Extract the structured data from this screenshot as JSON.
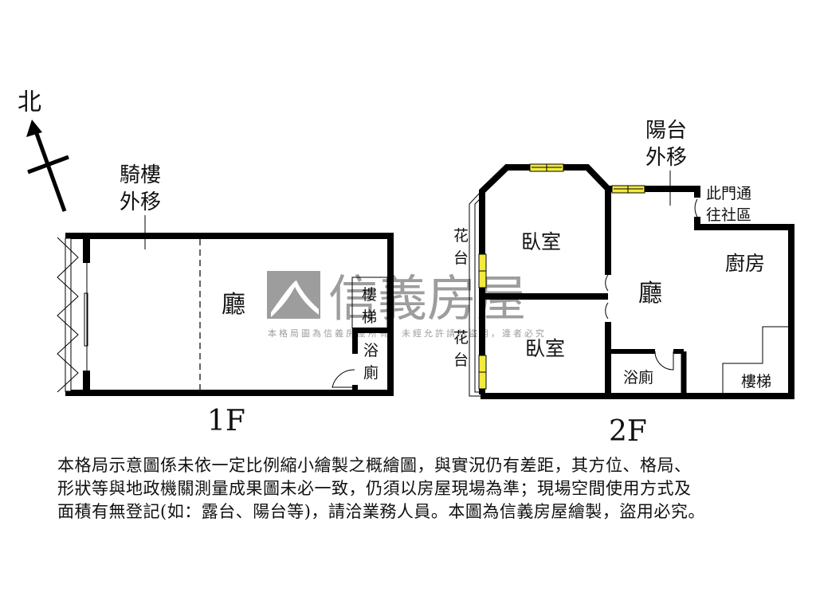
{
  "compass": {
    "label": "北"
  },
  "floor1": {
    "title": "1F",
    "arcade_note": [
      "騎樓",
      "外移"
    ],
    "living_room": "廳",
    "stairs": [
      "樓",
      "梯"
    ],
    "bathroom": [
      "浴",
      "廁"
    ]
  },
  "floor2": {
    "title": "2F",
    "balcony_note": [
      "陽台",
      "外移"
    ],
    "door_note": [
      "此門通",
      "往社區"
    ],
    "bedroom_top": "臥室",
    "bedroom_bottom": "臥室",
    "living_room": "廳",
    "kitchen": "廚房",
    "bathroom": "浴廁",
    "stairs": "樓梯",
    "planter_top": [
      "花",
      "台"
    ],
    "planter_bottom": [
      "花",
      "台"
    ]
  },
  "watermark": {
    "brand": "信義房屋",
    "subtitle": "本格局圖為信義房屋所有，未經允許請勿盜用，違者必究"
  },
  "disclaimer": {
    "lines": [
      "本格局示意圖係未依一定比例縮小繪製之概繪圖，與實況仍有差距，其方位、格局、",
      "形狀等與地政機關測量成果圖未必一致，仍須以房屋現場為準；現場空間使用方式及",
      "面積有無登記(如：露台、陽台等)，請洽業務人員。本圖為信義房屋繪製，盜用必究。"
    ]
  },
  "colors": {
    "wall": "#000000",
    "window_fill": "#f2ea3c",
    "watermark": "#8c8c8c",
    "background": "#ffffff"
  }
}
